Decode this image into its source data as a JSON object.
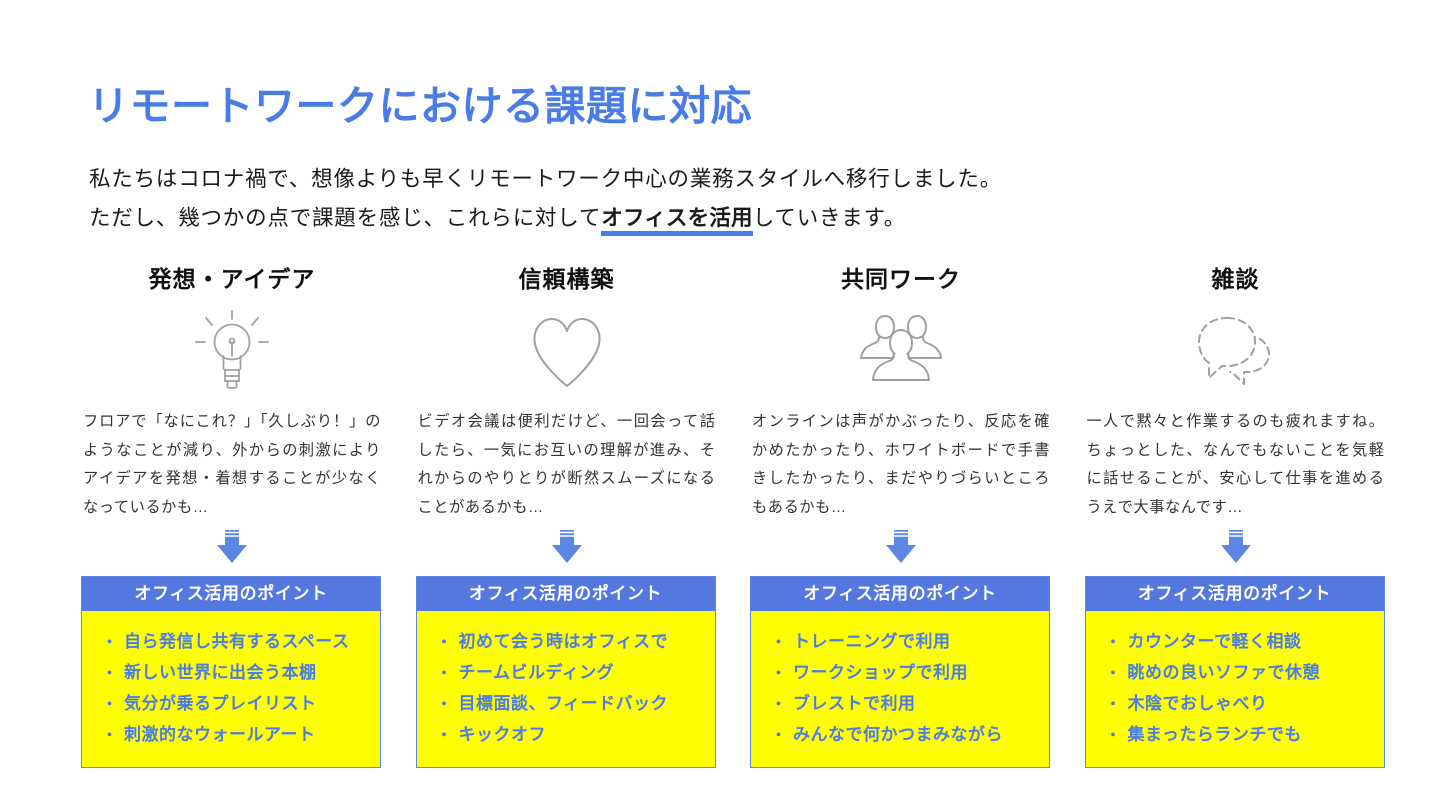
{
  "page": {
    "title": "リモートワークにおける課題に対応",
    "title_color": "#4a7ce8",
    "intro_line1": "私たちはコロナ禍で、想像よりも早くリモートワーク中心の業務スタイルへ移行しました。",
    "intro_line2_before": "ただし、幾つかの点で課題を感じ、これらに対して",
    "intro_line2_highlight": "オフィスを活用",
    "intro_line2_after": "していきます。",
    "accent_color": "#5478e0",
    "highlight_color": "#ffff00",
    "icon_color": "#9e9e9e"
  },
  "columns": [
    {
      "heading": "発想・アイデア",
      "icon": "lightbulb-icon",
      "body": "フロアで「なにこれ？」「久しぶり！」のようなことが減り、外からの刺激によりアイデアを発想・着想することが少なくなっているかも…",
      "arrow": "down-arrow-icon",
      "point_header": "オフィス活用のポイント",
      "points": [
        "自ら発信し共有するスペース",
        "新しい世界に出会う本棚",
        "気分が乗るプレイリスト",
        "刺激的なウォールアート"
      ]
    },
    {
      "heading": "信頼構築",
      "icon": "heart-icon",
      "body": "ビデオ会議は便利だけど、一回会って話したら、一気にお互いの理解が進み、それからのやりとりが断然スムーズになることがあるかも…",
      "arrow": "down-arrow-icon",
      "point_header": "オフィス活用のポイント",
      "points": [
        "初めて会う時はオフィスで",
        "チームビルディング",
        "目標面談、フィードバック",
        "キックオフ"
      ]
    },
    {
      "heading": "共同ワーク",
      "icon": "people-group-icon",
      "body": "オンラインは声がかぶったり、反応を確かめたかったり、ホワイトボードで手書きしたかったり、まだやりづらいところもあるかも…",
      "arrow": "down-arrow-icon",
      "point_header": "オフィス活用のポイント",
      "points": [
        "トレーニングで利用",
        "ワークショップで利用",
        "ブレストで利用",
        "みんなで何かつまみながら"
      ]
    },
    {
      "heading": "雑談",
      "icon": "speech-bubbles-icon",
      "body": "一人で黙々と作業するのも疲れますね。ちょっとした、なんでもないことを気軽に話せることが、安心して仕事を進めるうえで大事なんです…",
      "arrow": "down-arrow-icon",
      "point_header": "オフィス活用のポイント",
      "points": [
        "カウンターで軽く相談",
        "眺めの良いソファで休憩",
        "木陰でおしゃべり",
        "集まったらランチでも"
      ]
    }
  ],
  "bullet_glyph": "・"
}
